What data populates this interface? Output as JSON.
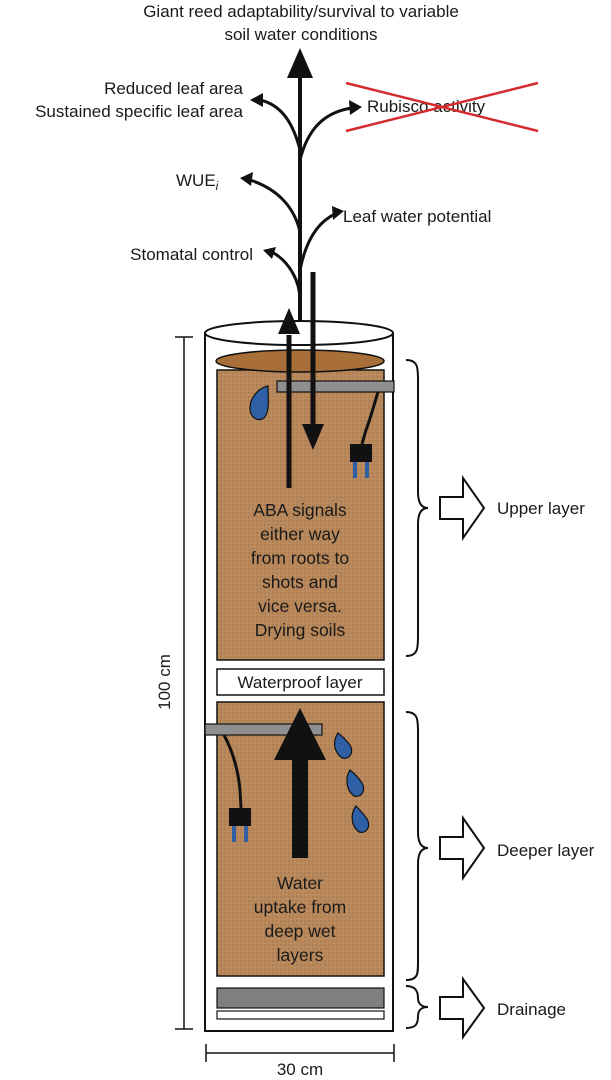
{
  "title": {
    "line1": "Giant reed adaptability/survival to variable",
    "line2": "soil water conditions"
  },
  "traits": {
    "reduced_leaf_area": "Reduced leaf area",
    "sustained_sla": "Sustained specific leaf area",
    "rubisco": "Rubisco activity",
    "wue": "WUE",
    "wue_sub": "i",
    "leaf_water_potential": "Leaf water potential",
    "stomatal_control": "Stomatal control"
  },
  "upper_layer": {
    "text": [
      "ABA signals",
      "either way",
      "from roots to",
      "shots and",
      "vice versa.",
      "Drying soils"
    ],
    "label": "Upper layer"
  },
  "waterproof_layer": "Waterproof layer",
  "deeper_layer": {
    "text": [
      "Water",
      "uptake from",
      "deep wet",
      "layers"
    ],
    "label": "Deeper layer"
  },
  "drainage": "Drainage",
  "dimensions": {
    "height": "100 cm",
    "width": "30 cm"
  },
  "colors": {
    "soil": "#b8875a",
    "soil_top": "#a87038",
    "water_drop": "#2f5fa5",
    "cross_out": "#d42a2a",
    "probe_bar": "#8f8f8f",
    "drainage_gravel": "#7f7f7f"
  }
}
